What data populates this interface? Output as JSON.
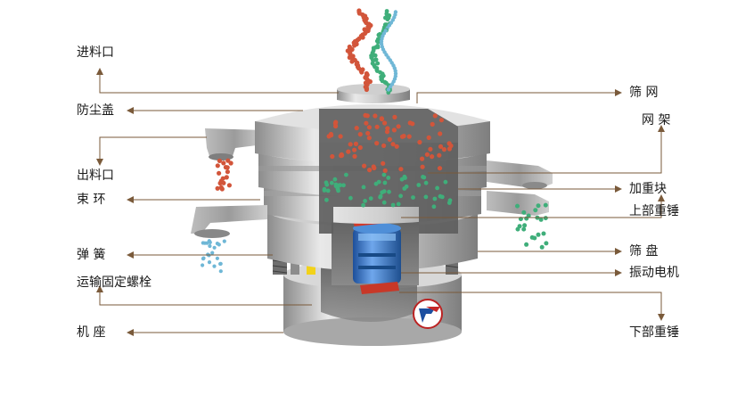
{
  "labels_left": {
    "feed_inlet": "进料口",
    "dust_cover": "防尘盖",
    "discharge_outlet": "出料口",
    "clamp_ring": "束 环",
    "spring": "弹 簧",
    "transport_bolt": "运输固定螺栓",
    "base": "机 座"
  },
  "labels_right": {
    "screen_mesh": "筛 网",
    "mesh_frame": "网 架",
    "weight_block": "加重块",
    "upper_weight": "上部重锤",
    "screen_tray": "筛 盘",
    "vibration_motor": "振动电机",
    "lower_weight": "下部重锤"
  },
  "colors": {
    "leader": "#7a5a3a",
    "particle_red": "#d2553a",
    "particle_green": "#3fae7a",
    "particle_blue": "#6fb7d6",
    "motor_blue": "#2b74c8",
    "spring_yellow": "#f2d21a",
    "steel_light": "#e6e6e6",
    "steel_dark": "#9a9a9a"
  },
  "icons": {
    "brand_logo": "circular-logo-red-blue"
  }
}
